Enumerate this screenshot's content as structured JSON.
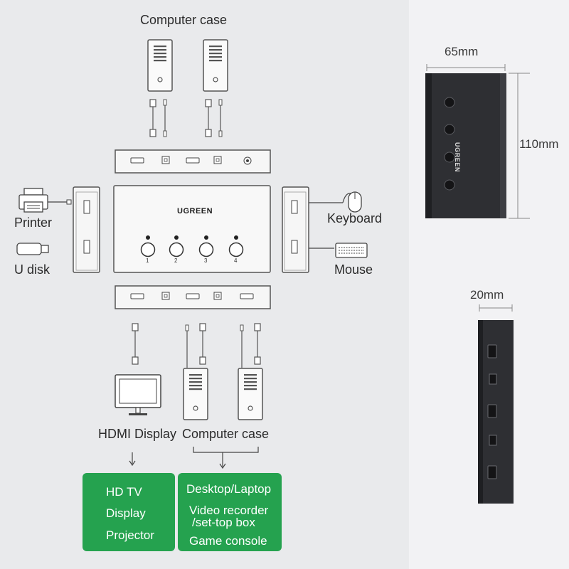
{
  "labels": {
    "top_case": "Computer case",
    "printer": "Printer",
    "udisk": "U disk",
    "keyboard": "Keyboard",
    "mouse": "Mouse",
    "hdmi_display": "HDMI Display",
    "bottom_case": "Computer case"
  },
  "device": {
    "brand": "UGREEN",
    "buttons": [
      "1",
      "2",
      "3",
      "4"
    ]
  },
  "dimensions": {
    "width": "65mm",
    "height": "110mm",
    "depth": "20mm"
  },
  "green_boxes": {
    "display_items": [
      "HD TV",
      "Display",
      "Projector"
    ],
    "computer_items": [
      "Desktop/Laptop",
      "Video recorder",
      "/set-top box",
      "Game console"
    ]
  },
  "colors": {
    "accent_green": "#25a24f",
    "background": "#e9eaec",
    "device_dark": "#2e2f33"
  }
}
